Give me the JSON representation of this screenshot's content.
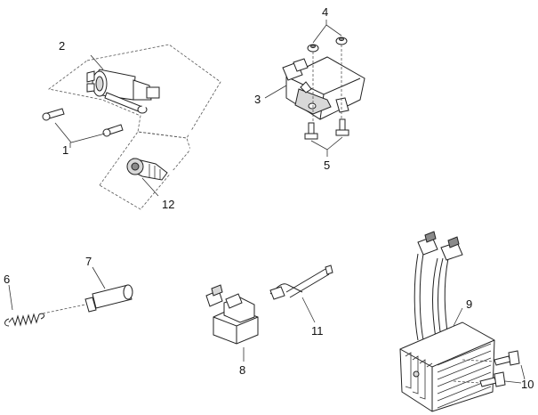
{
  "callouts": {
    "c1": "1",
    "c2": "2",
    "c3": "3",
    "c4": "4",
    "c5": "5",
    "c6": "6",
    "c7": "7",
    "c8": "8",
    "c9": "9",
    "c10": "10",
    "c11": "11",
    "c12": "12"
  },
  "colors": {
    "line": "#222222",
    "shade": "#d8d8d8",
    "background": "#ffffff"
  }
}
